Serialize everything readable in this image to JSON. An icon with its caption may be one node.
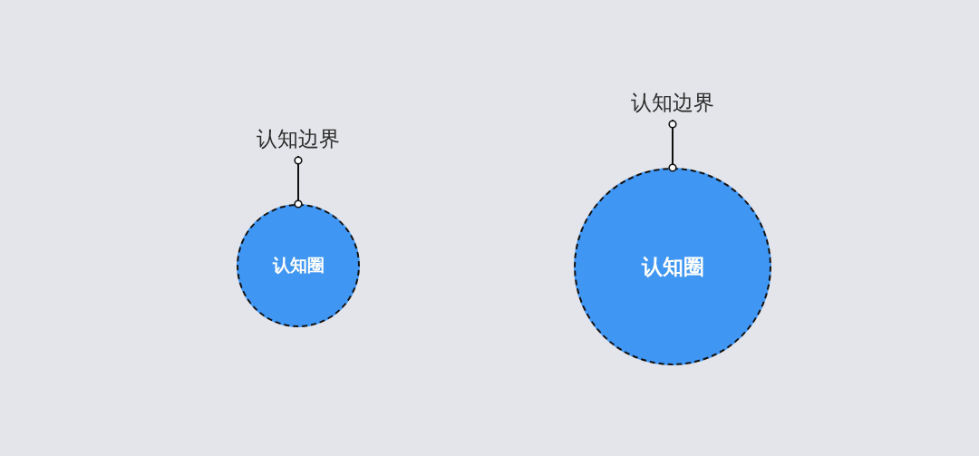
{
  "diagram": {
    "nodes": [
      {
        "text": [
          "认知边界"
        ]
      },
      {
        "text": [
          "认知圈"
        ]
      },
      {
        "text": [
          "认知边界"
        ]
      },
      {
        "text": [
          "认知圈"
        ]
      }
    ],
    "edges": [
      {
        "from": 0,
        "to": 1,
        "arrow": "other"
      },
      {
        "from": 2,
        "to": 3,
        "arrow": "other"
      }
    ]
  }
}
